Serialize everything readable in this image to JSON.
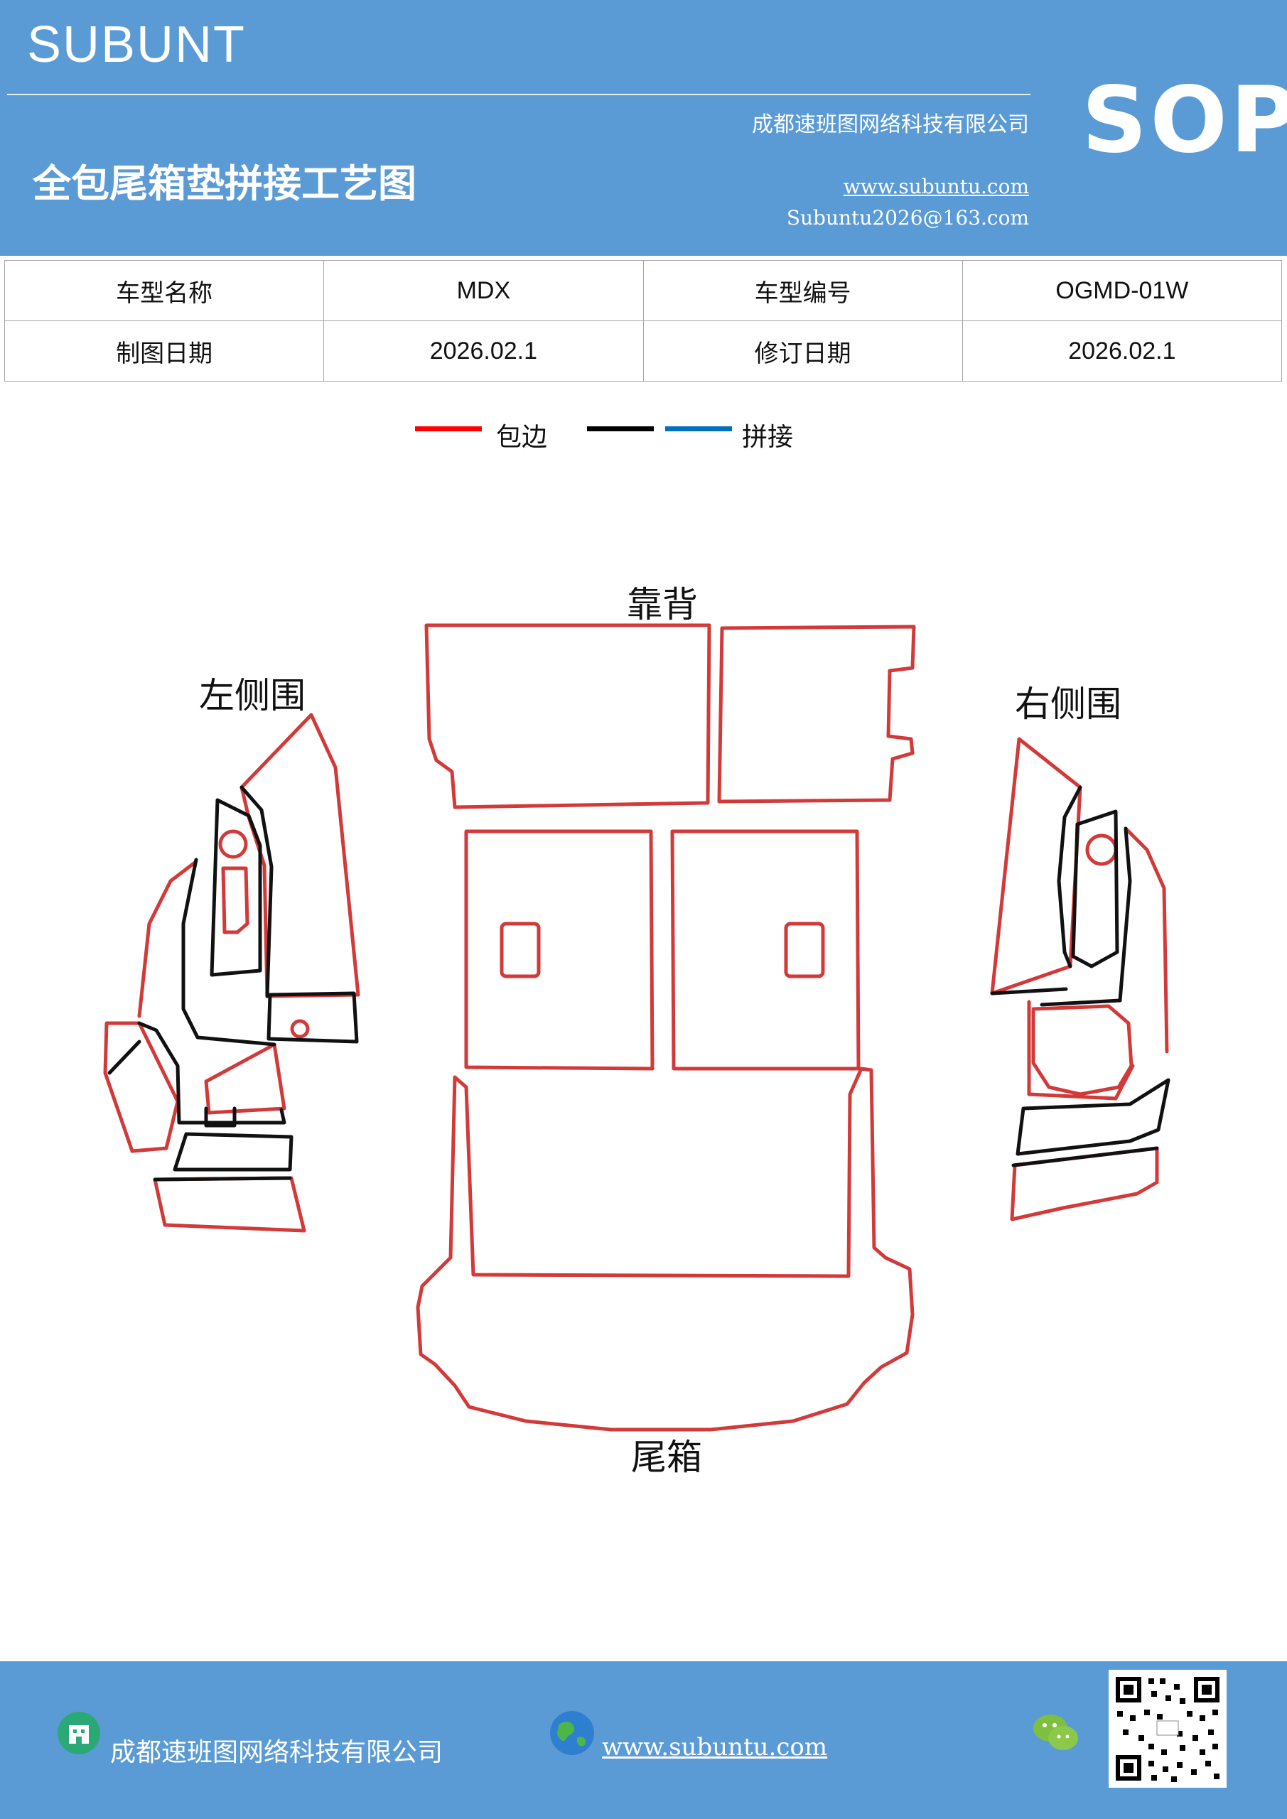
{
  "header": {
    "brand": "SUBUNT",
    "title": "全包尾箱垫拼接工艺图",
    "company": "成都速班图网络科技有限公司",
    "website": "www.subuntu.com",
    "email": "Subuntu2026@163.com",
    "sop": "SOP"
  },
  "info_table": {
    "rows": [
      [
        "车型名称",
        "MDX",
        "车型编号",
        "OGMD-01W"
      ],
      [
        "制图日期",
        "2026.02.1",
        "修订日期",
        "2026.02.1"
      ]
    ]
  },
  "legend": {
    "items": [
      {
        "label": "包边",
        "color": "#ff0000"
      },
      {
        "label": "",
        "color": "#000000"
      },
      {
        "label": "拼接",
        "color": "#0070c0"
      }
    ]
  },
  "diagram": {
    "labels": {
      "backrest": "靠背",
      "left_side": "左侧围",
      "right_side": "右侧围",
      "trunk": "尾箱"
    },
    "colors": {
      "edge": "#d23a3a",
      "seam": "#111111"
    }
  },
  "footer": {
    "company": "成都速班图网络科技有限公司",
    "website": "www.subuntu.com"
  }
}
